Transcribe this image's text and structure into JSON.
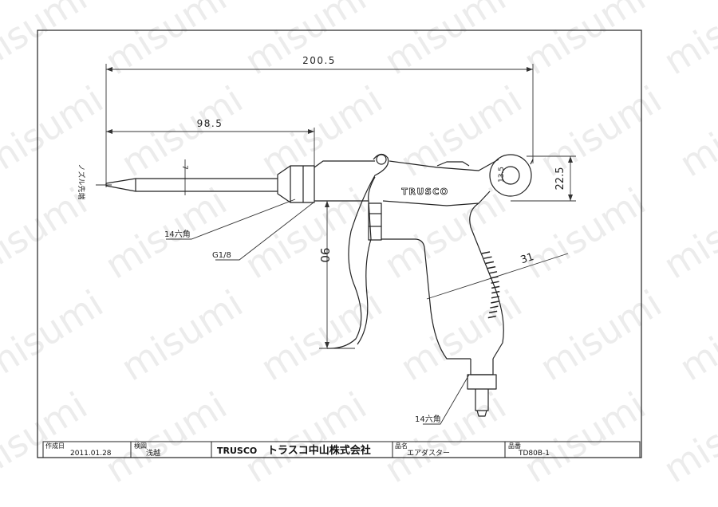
{
  "watermark": "misumi",
  "dimensions": {
    "overall_length": "200.5",
    "nozzle_length": "98.5",
    "height": "90",
    "grip_width": "31",
    "ring_height": "22.5",
    "ring_hole": "13.5",
    "nozzle_tip": "7",
    "tip_label": "ノズル先端",
    "hex_nozzle": "14六角",
    "thread": "G1/8",
    "hex_coupler": "14六角"
  },
  "brand_mark": "TRUSCO",
  "title_block": {
    "created_label": "作成日",
    "created_value": "2011.01.28",
    "checked_label": "検図",
    "checked_value": "浅越",
    "company_logo": "TRUSCO",
    "company_name": "トラスコ中山株式会社",
    "product_label": "品名",
    "product_value": "エアダスター",
    "part_label": "品番",
    "part_value": "TD80B-1"
  }
}
